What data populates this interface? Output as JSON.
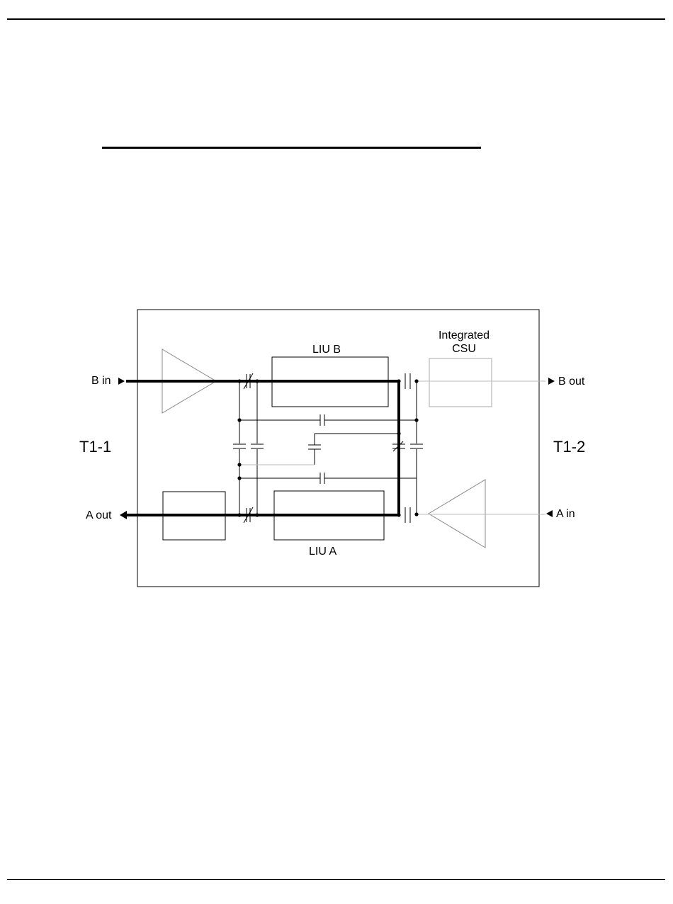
{
  "diagram": {
    "side_left": "T1-1",
    "side_right": "T1-2",
    "b_in": "B in",
    "b_out": "B out",
    "a_in": "A in",
    "a_out": "A out",
    "liu_b": "LIU B",
    "liu_a": "LIU A",
    "csu_line1": "Integrated",
    "csu_line2": "CSU"
  }
}
